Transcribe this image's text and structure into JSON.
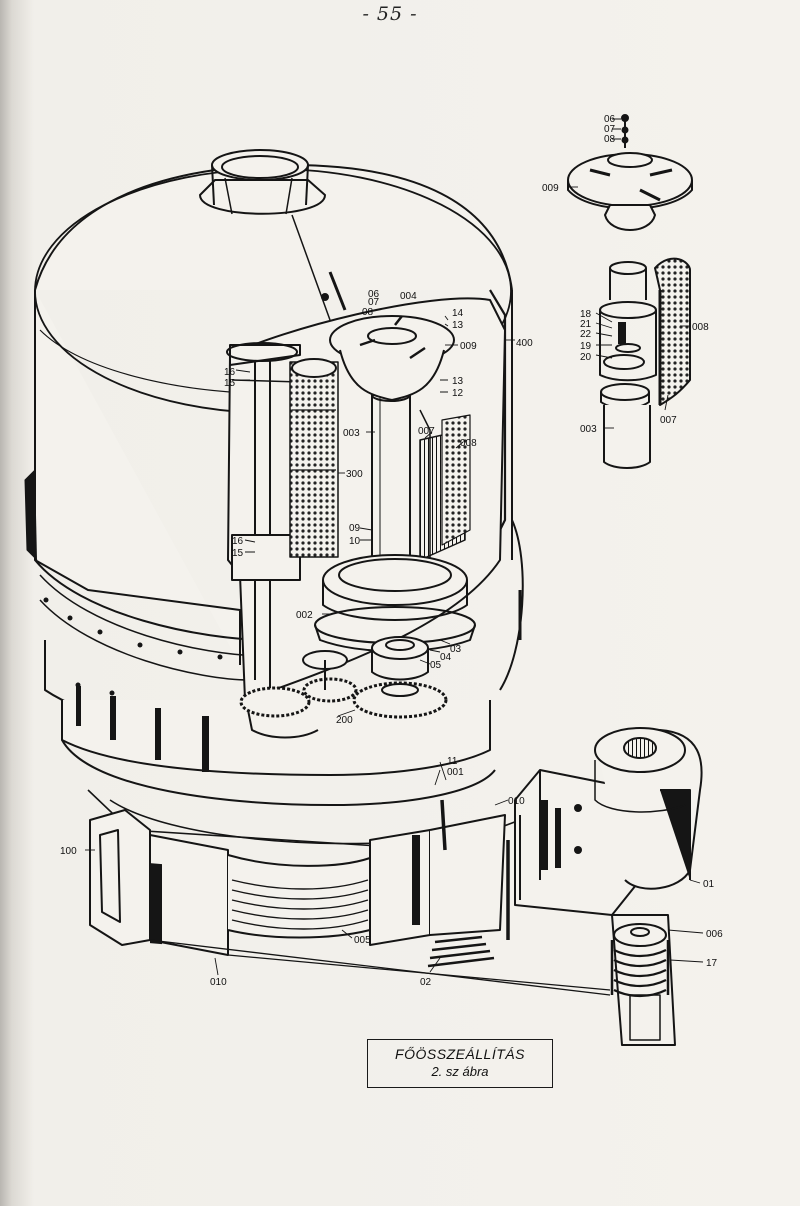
{
  "page": {
    "number": "- 55 -"
  },
  "caption": {
    "title": "FŐÖSSZEÁLLÍTÁS",
    "subtitle": "2. sz ábra"
  },
  "labels": {
    "n06_top": "06",
    "n07_top": "07",
    "n08_top": "08",
    "n009_right": "009",
    "n18": "18",
    "n21": "21",
    "n22": "22",
    "n19": "19",
    "n20": "20",
    "n008_right": "008",
    "n003_right": "003",
    "n007_right": "007",
    "n06_mid": "06",
    "n07_mid": "07",
    "n08_mid": "08",
    "n004": "004",
    "n14": "14",
    "n13_a": "13",
    "n009_mid": "009",
    "n400": "400",
    "n16_a": "16",
    "n15_a": "15",
    "n13_b": "13",
    "n12": "12",
    "n003_mid": "003",
    "n007_mid": "007",
    "n008_mid": "008",
    "n300": "300",
    "n09": "09",
    "n10": "10",
    "n16_b": "16",
    "n15_b": "15",
    "n002": "002",
    "n03": "03",
    "n04": "04",
    "n05": "05",
    "n200": "200",
    "n11": "11",
    "n001": "001",
    "n010_a": "010",
    "n100": "100",
    "n01": "01",
    "n006": "006",
    "n17": "17",
    "n005": "005",
    "n02": "02",
    "n010_b": "010"
  }
}
